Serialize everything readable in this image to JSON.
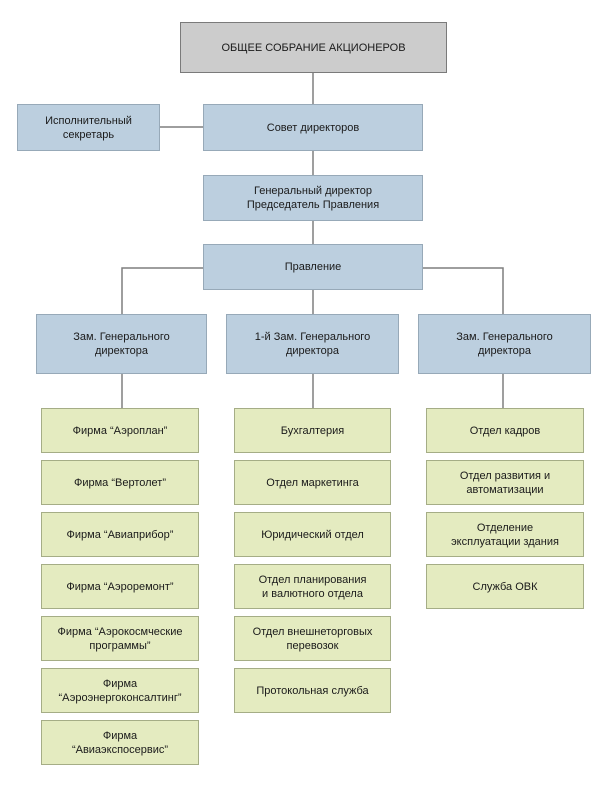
{
  "title_box": "ОБЩЕЕ СОБРАНИЕ АКЦИОНЕРОВ",
  "executive_secretary": "Исполнительный\nсекретарь",
  "board": "Совет директоров",
  "general_director": "Генеральный директор\nПредседатель Правления",
  "management": "Правление",
  "deputy_left": "Зам. Генерального\nдиректора",
  "deputy_first": "1-й Зам. Генерального\nдиректора",
  "deputy_right": "Зам. Генерального\nдиректора",
  "firms": [
    "Фирма “Аэроплан”",
    "Фирма “Вертолет”",
    "Фирма “Авиаприбор”",
    "Фирма “Аэроремонт”",
    "Фирма “Аэрокосмческие\nпрограммы”",
    "Фирма\n“Аэроэнергоконсалтинг”",
    "Фирма\n“Авиаэкспосервис”"
  ],
  "departments_middle": [
    "Бухгалтерия",
    "Отдел маркетинга",
    "Юридический отдел",
    "Отдел планирования\nи валютного отдела",
    "Отдел внешнеторговых\nперевозок",
    "Протокольная служба"
  ],
  "departments_right": [
    "Отдел кадров",
    "Отдел развития и\nавтоматизации",
    "Отделение\nэксплуатации здания",
    "Служба ОВК"
  ]
}
